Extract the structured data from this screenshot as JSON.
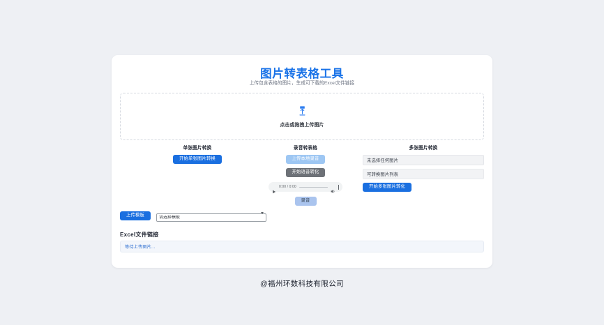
{
  "page": {
    "background_color": "#eef0f4",
    "card_background": "#ffffff",
    "accent_color": "#1a6fe0",
    "title_color": "#1a73e8"
  },
  "header": {
    "title": "图片转表格工具",
    "subtitle": "上传包含表格的图片，生成可下载的Excel文件链接"
  },
  "dropzone": {
    "icon": "upload-icon",
    "label": "点击或拖拽上传图片"
  },
  "columns": [
    {
      "key": "single_image",
      "heading": "单张图片转换",
      "buttons": [
        {
          "name": "start-single-image-convert-button",
          "label": "开始单张图片转换",
          "style": "primary"
        }
      ]
    },
    {
      "key": "audio_to_table",
      "heading": "录音转表格",
      "buttons": [
        {
          "name": "upload-local-audio-button",
          "label": "上传本地录音",
          "style": "soft-blue"
        },
        {
          "name": "start-speech-convert-button",
          "label": "开始语音转化",
          "style": "gray"
        },
        {
          "name": "record-button",
          "label": "录音",
          "style": "lavender"
        }
      ],
      "audio_player": {
        "play_icon": "play-icon",
        "time": "0:00 / 0:00",
        "volume_icon": "volume-icon",
        "menu_icon": "more-options-icon"
      }
    },
    {
      "key": "multi_image",
      "heading": "多张图片转换",
      "file_status": "未选择任何图片",
      "list_label": "可转换图片列表",
      "buttons": [
        {
          "name": "start-multi-image-convert-button",
          "label": "开始多张图片转化",
          "style": "primary"
        }
      ]
    }
  ],
  "template_row": {
    "upload_button_label": "上传模板",
    "select_value": "请选择模板",
    "select_options": [
      "请选择模板"
    ],
    "caret_icon": "chevron-down-icon"
  },
  "excel_section": {
    "heading": "Excel文件链接",
    "status_text": "等待上传图片..."
  },
  "footer": {
    "text": "@福州环数科技有限公司"
  }
}
